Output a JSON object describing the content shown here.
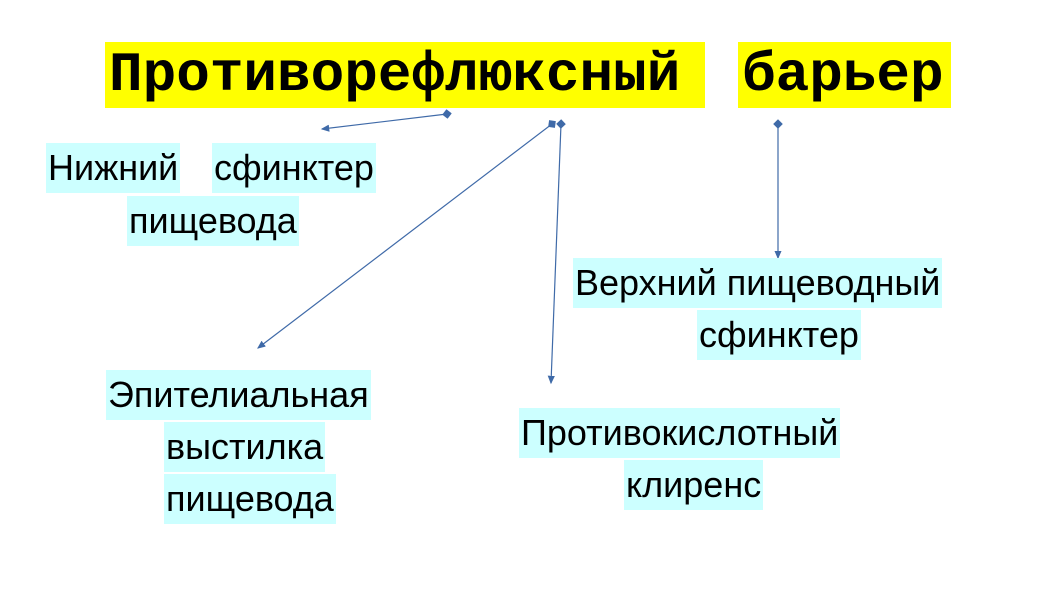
{
  "title": {
    "word1": "Противорефлюксный",
    "word2": "барьер"
  },
  "nodes": {
    "les": {
      "line1a": "Нижний",
      "line1b": "сфинктер",
      "line2": "пищевода"
    },
    "ues": {
      "line1": "Верхний пищеводный",
      "line2": "сфинктер"
    },
    "epithelium": {
      "line1": "Эпителиальная",
      "line2": "выстилка",
      "line3": "пищевода"
    },
    "clearance": {
      "line1": "Противокислотный ",
      "line2": "клиренс"
    }
  },
  "colors": {
    "title_bg": "#ffff00",
    "label_bg": "#ccffff",
    "arrow": "#3f6aa8"
  }
}
